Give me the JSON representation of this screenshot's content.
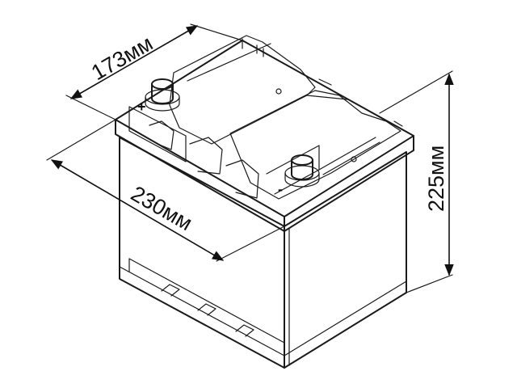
{
  "dimensions": {
    "width": "173мм",
    "length": "230мм",
    "height": "225мм"
  },
  "terminals": {
    "positive": "+",
    "negative": "-"
  },
  "colors": {
    "line": "#1a1a1a",
    "background": "#ffffff"
  }
}
